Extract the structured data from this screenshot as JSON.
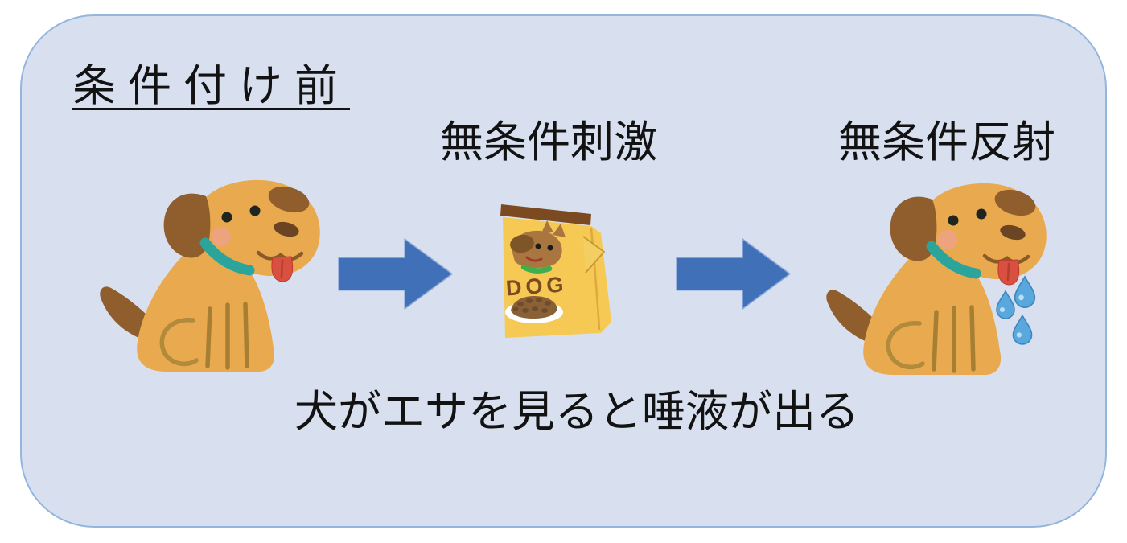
{
  "panel": {
    "title": "条件付け前",
    "caption": "犬がエサを見ると唾液が出る"
  },
  "labels": {
    "stimulus": "無条件刺激",
    "response": "無条件反射"
  },
  "food_bag": {
    "label": "DOG"
  },
  "icons": {
    "left": "sitting-dog-illustration",
    "middle": "dog-food-bag",
    "right": "drooling-dog-illustration",
    "drops": "saliva-drops",
    "connector": "right-block-arrow"
  },
  "colors": {
    "panel_bg": "#d8e0ef",
    "panel_border": "#94b6dd",
    "arrow": "#4070b8",
    "text": "#121212",
    "dog_body": "#e9a94f",
    "dog_brown": "#8f5e2c",
    "collar": "#2ba59b",
    "tongue": "#d8503f",
    "drool_blue": "#58a8de",
    "bag_yellow": "#f5c954",
    "bag_brown": "#7b4a21"
  }
}
